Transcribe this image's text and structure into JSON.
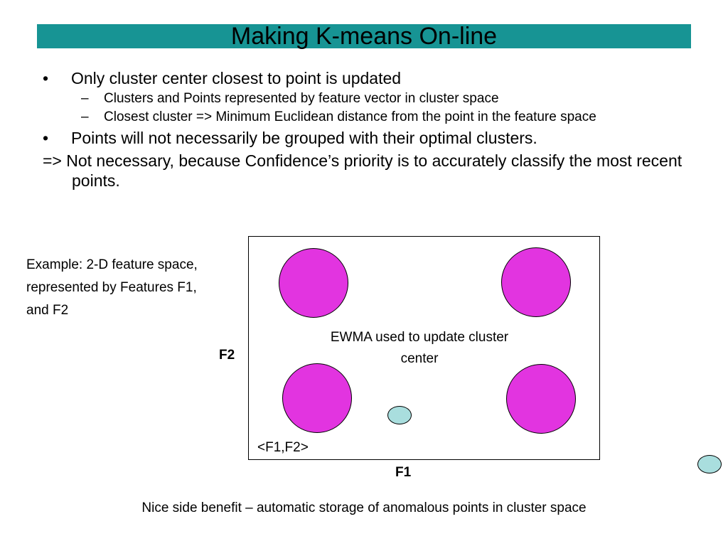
{
  "title": "Making K-means On-line",
  "bullets": [
    {
      "symbol": "•",
      "text": "Only cluster center closest to point is updated",
      "sub": [
        {
          "symbol": "–",
          "text": "Clusters and Points represented by feature vector in cluster space"
        },
        {
          "symbol": "–",
          "text": "Closest cluster => Minimum Euclidean distance from the point in the feature space"
        }
      ]
    },
    {
      "symbol": "•",
      "text": "Points will not necessarily be grouped with their optimal clusters."
    }
  ],
  "note": "=> Not necessary, because Confidence’s priority is to accurately classify the most recent points.",
  "example": "Example: 2-D feature space, represented by Features F1, and F2",
  "diagram": {
    "center_label": "EWMA used to update cluster center",
    "point_label": "<F1,F2>",
    "x_axis": "F1",
    "y_axis": "F2",
    "cluster_color": "#e234e0",
    "point_color": "#a9dede"
  },
  "footer": "Nice side benefit – automatic storage of anomalous points in cluster space",
  "colors": {
    "title_bar": "#179494"
  }
}
